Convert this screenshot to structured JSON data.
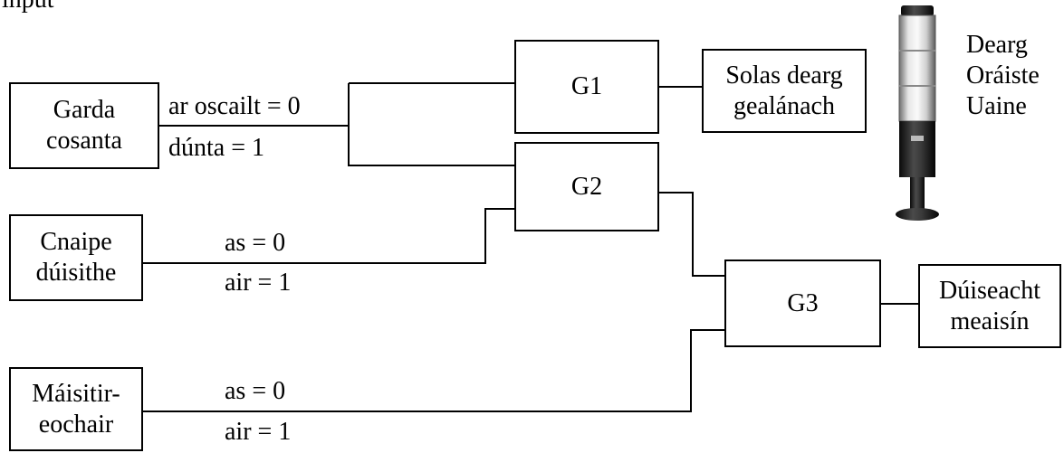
{
  "header": {
    "text": "input"
  },
  "inputs": {
    "guard": {
      "line1": "Garda",
      "line2": "cosanta",
      "label_top": "ar oscailt  = 0",
      "label_bottom": "dúnta  = 1"
    },
    "wake_button": {
      "line1": "Cnaipe",
      "line2": "dúisithe",
      "label_top": "as  = 0",
      "label_bottom": "air = 1"
    },
    "master_key": {
      "line1": "Máisitir-",
      "line2": "eochair",
      "label_top": "as = 0",
      "label_bottom": "air  = 1"
    }
  },
  "gates": {
    "g1": "G1",
    "g2": "G2",
    "g3": "G3"
  },
  "outputs": {
    "red_light": {
      "line1": "Solas dearg",
      "line2": "gealánach"
    },
    "machine_wake": {
      "line1": "Dúiseacht",
      "line2": "meaisín"
    }
  },
  "signal_tower": {
    "colors": [
      "Dearg",
      "Oráiste",
      "Uaine"
    ]
  }
}
